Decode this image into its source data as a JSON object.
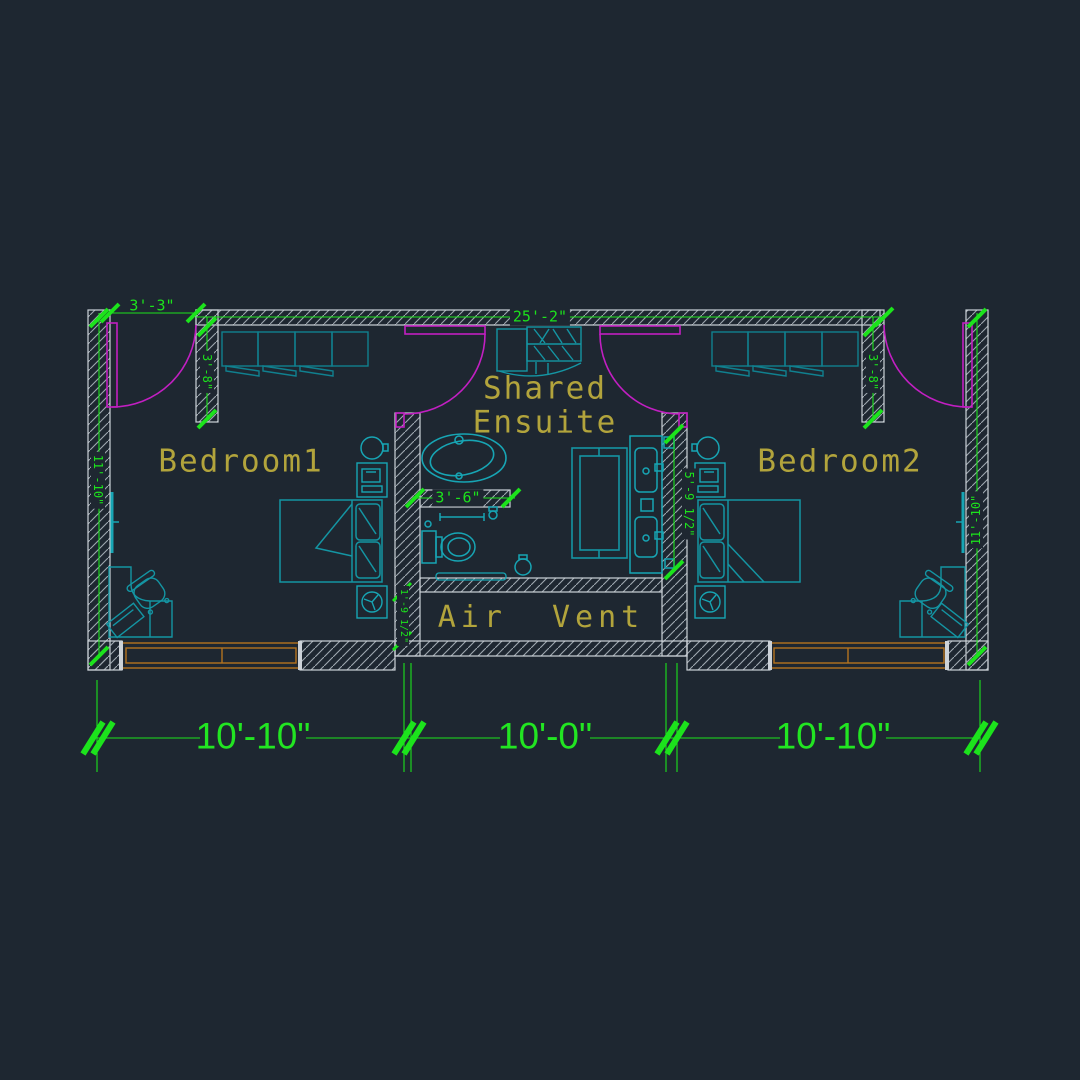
{
  "drawing": {
    "type": "floor-plan",
    "style": "CAD dark theme"
  },
  "labels": {
    "bedroom1": "Bedroom1",
    "bedroom2": "Bedroom2",
    "ensuite_line1": "Shared",
    "ensuite_line2": "Ensuite",
    "air_vent": "Air Vent"
  },
  "dimensions": {
    "top_overall": "25'-2\"",
    "entry_door_left": "3'-3\"",
    "left_wall_stub": "3'-8\"",
    "right_wall_stub": "3'-8\"",
    "left_wall_height": "11'-10\"",
    "right_wall_height": "11'-10\"",
    "ensuite_partition": "3'-6\"",
    "vanity_wall": "5'-9 1/2\"",
    "air_vent_depth": "1'-9 1/2\"",
    "bottom_left_span": "10'-10\"",
    "bottom_middle_span": "10'-0\"",
    "bottom_right_span": "10'-10\""
  },
  "colors": {
    "background": "#1e2731",
    "dimension_green": "#1ce31c",
    "wall_gray": "#ccd2d8",
    "hatch_gray": "#9fa8b0",
    "door_magenta": "#c21fc2",
    "fixture_teal": "#1495a3",
    "bath_teal": "#17a5b4",
    "label_khaki": "#b2a43c",
    "window_orange": "#b4731f"
  }
}
